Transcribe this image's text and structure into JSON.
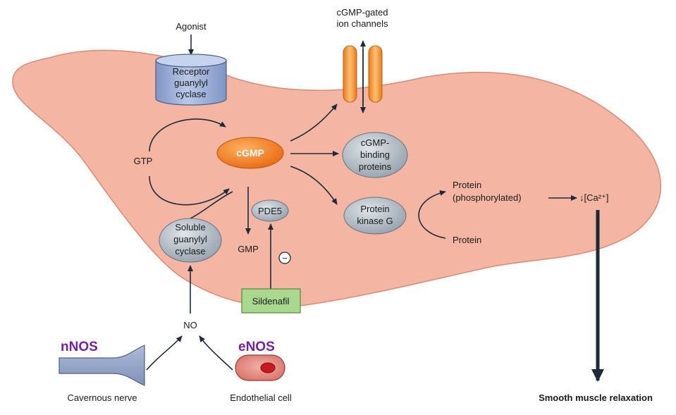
{
  "diagram": {
    "agonist": "Agonist",
    "receptor": [
      "Receptor",
      "guanylyl",
      "cyclase"
    ],
    "ion_channels": [
      "cGMP-gated",
      "ion channels"
    ],
    "gtp": "GTP",
    "cgmp": "cGMP",
    "cgmp_binding": [
      "cGMP-",
      "binding",
      "proteins"
    ],
    "pkg": [
      "Protein",
      "kinase G"
    ],
    "protein_phos": [
      "Protein",
      "(phosphorylated)"
    ],
    "protein": "Protein",
    "calcium": "↓[Ca²⁺]",
    "pde5": "PDE5",
    "gmp": "GMP",
    "inhibit": "−",
    "sgc": [
      "Soluble",
      "guanylyl",
      "cyclase"
    ],
    "sildenafil": "Sildenafil",
    "no": "NO",
    "nnos": "nNOS",
    "enos": "eNOS",
    "nerve": "Cavernous nerve",
    "endothelial": "Endothelial cell",
    "relaxation": "Smooth muscle relaxation"
  },
  "colors": {
    "cell_fill": "#f4b6a3",
    "cell_stroke": "#d98a76",
    "cgmp_fill": "#f07a1a",
    "protein_fill": "#aab4bd",
    "receptor_fill": "#9aaed6",
    "sildenafil_fill": "#a9d98f",
    "nos_text": "#7b1fa2",
    "channel_fill": "#f59a33",
    "endothelial_fill": "#e2857b",
    "nucleus_fill": "#c8191e"
  }
}
